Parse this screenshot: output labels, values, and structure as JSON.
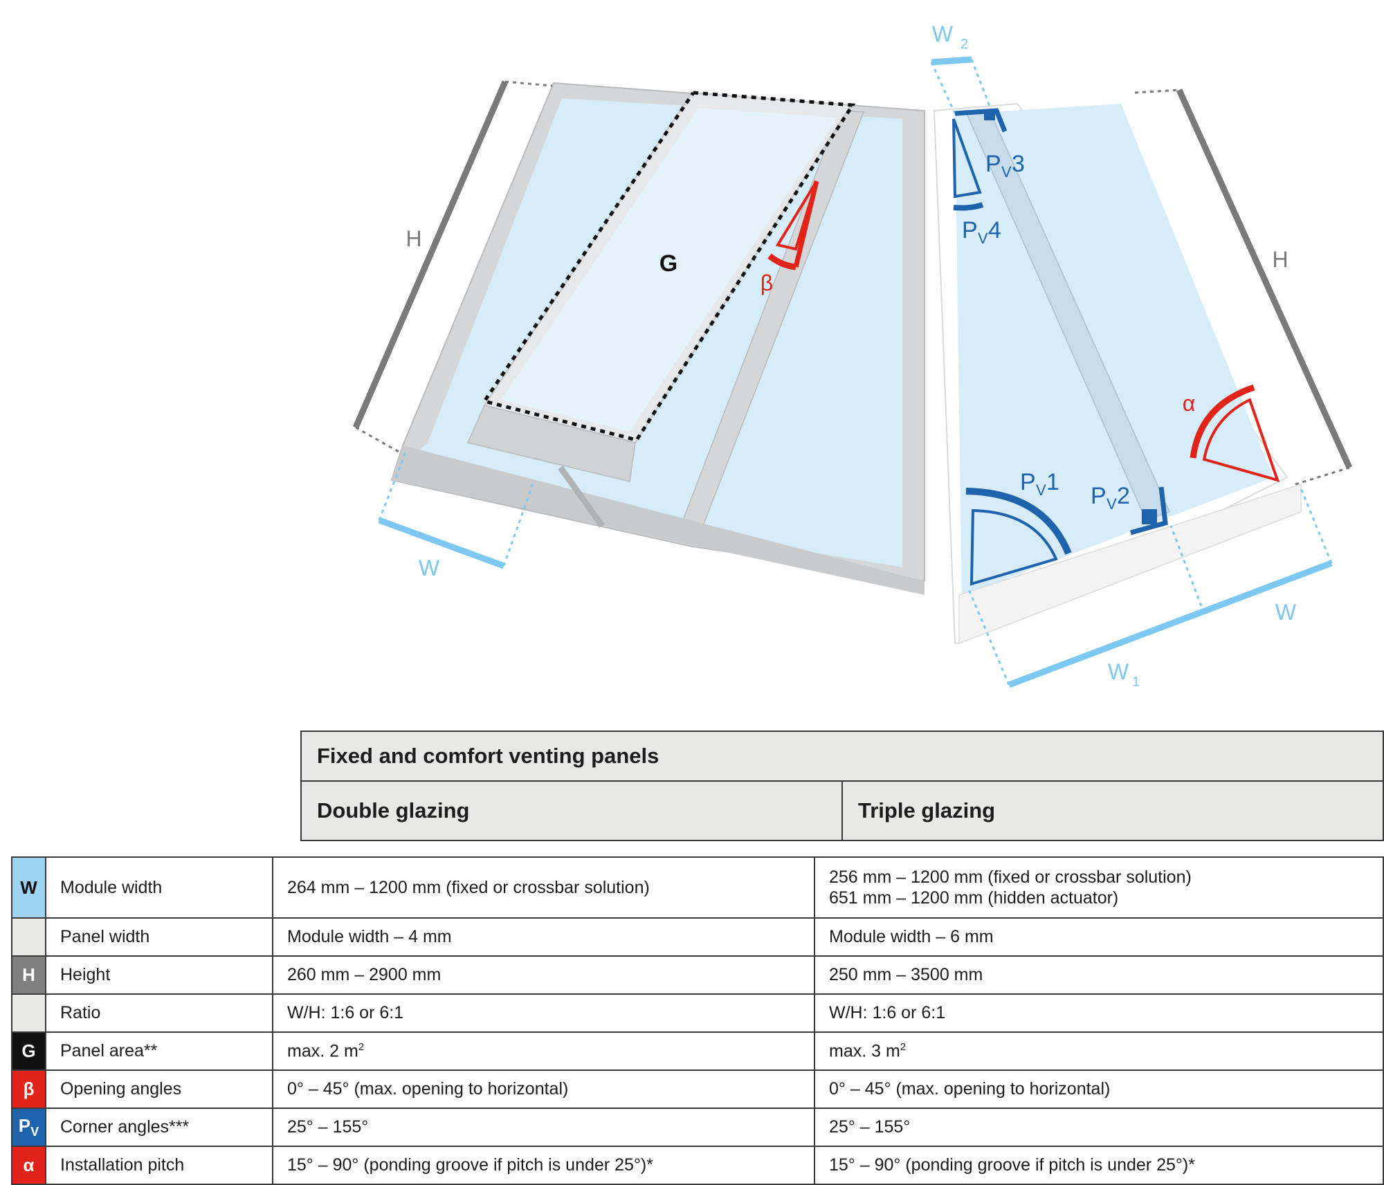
{
  "diagram": {
    "labels": {
      "h_left": "H",
      "h_right": "H",
      "w_left": "W",
      "w_right": "W",
      "w1": "W",
      "w1_sub": "1",
      "w2": "W",
      "w2_sub": "2",
      "g": "G",
      "beta": "β",
      "alpha": "α",
      "pv1": "P",
      "pv1_sub": "V",
      "pv1_num": "1",
      "pv2": "P",
      "pv2_sub": "V",
      "pv2_num": "2",
      "pv3": "P",
      "pv3_sub": "V",
      "pv3_num": "3",
      "pv4": "P",
      "pv4_sub": "V",
      "pv4_num": "4"
    },
    "colors": {
      "width": "#7cc8f0",
      "height": "#7a7a7a",
      "area": "#111111",
      "opening": "#e2231a",
      "corner": "#1f63ad",
      "pitch": "#e2231a",
      "glass": "#d6ecf8",
      "frame": "#d4d6d8"
    }
  },
  "table": {
    "header": "Fixed and comfort venting panels",
    "col_double": "Double glazing",
    "col_triple": "Triple glazing",
    "rows": [
      {
        "symbol": "W",
        "symbol_color": "#9fd3f2",
        "symbol_text_color": "#111111",
        "label": "Module width",
        "double": "264 mm – 1200 mm (fixed or crossbar solution)",
        "triple_1": "256 mm – 1200 mm (fixed or crossbar solution)",
        "triple_2": "651 mm – 1200 mm (hidden actuator)"
      },
      {
        "symbol": "",
        "symbol_color": "#e9e9e7",
        "label": "Panel width",
        "double": "Module width – 4 mm",
        "triple": "Module width – 6 mm"
      },
      {
        "symbol": "H",
        "symbol_color": "#808080",
        "symbol_text_color": "#ffffff",
        "label": "Height",
        "double": "260 mm – 2900 mm",
        "triple": "250 mm – 3500 mm"
      },
      {
        "symbol": "",
        "symbol_color": "#e9e9e7",
        "label": "Ratio",
        "double": "W/H: 1:6 or 6:1",
        "triple": "W/H: 1:6 or 6:1"
      },
      {
        "symbol": "G",
        "symbol_color": "#111111",
        "symbol_text_color": "#ffffff",
        "label": "Panel area**",
        "double": "max. 2 m",
        "double_sup": "2",
        "triple": "max. 3 m",
        "triple_sup": "2"
      },
      {
        "symbol": "β",
        "symbol_color": "#e2231a",
        "symbol_text_color": "#ffffff",
        "label": "Opening angles",
        "double": "0° – 45° (max. opening to horizontal)",
        "triple": "0° – 45° (max. opening to horizontal)"
      },
      {
        "symbol": "P",
        "symbol_sub": "V",
        "symbol_color": "#1f63ad",
        "symbol_text_color": "#ffffff",
        "label": "Corner angles***",
        "double": "25° – 155°",
        "triple": "25° – 155°"
      },
      {
        "symbol": "α",
        "symbol_color": "#e2231a",
        "symbol_text_color": "#ffffff",
        "label": "Installation pitch",
        "double": "15° – 90° (ponding groove if pitch is under 25°)*",
        "triple": "15° – 90° (ponding groove if pitch is under 25°)*"
      }
    ]
  }
}
